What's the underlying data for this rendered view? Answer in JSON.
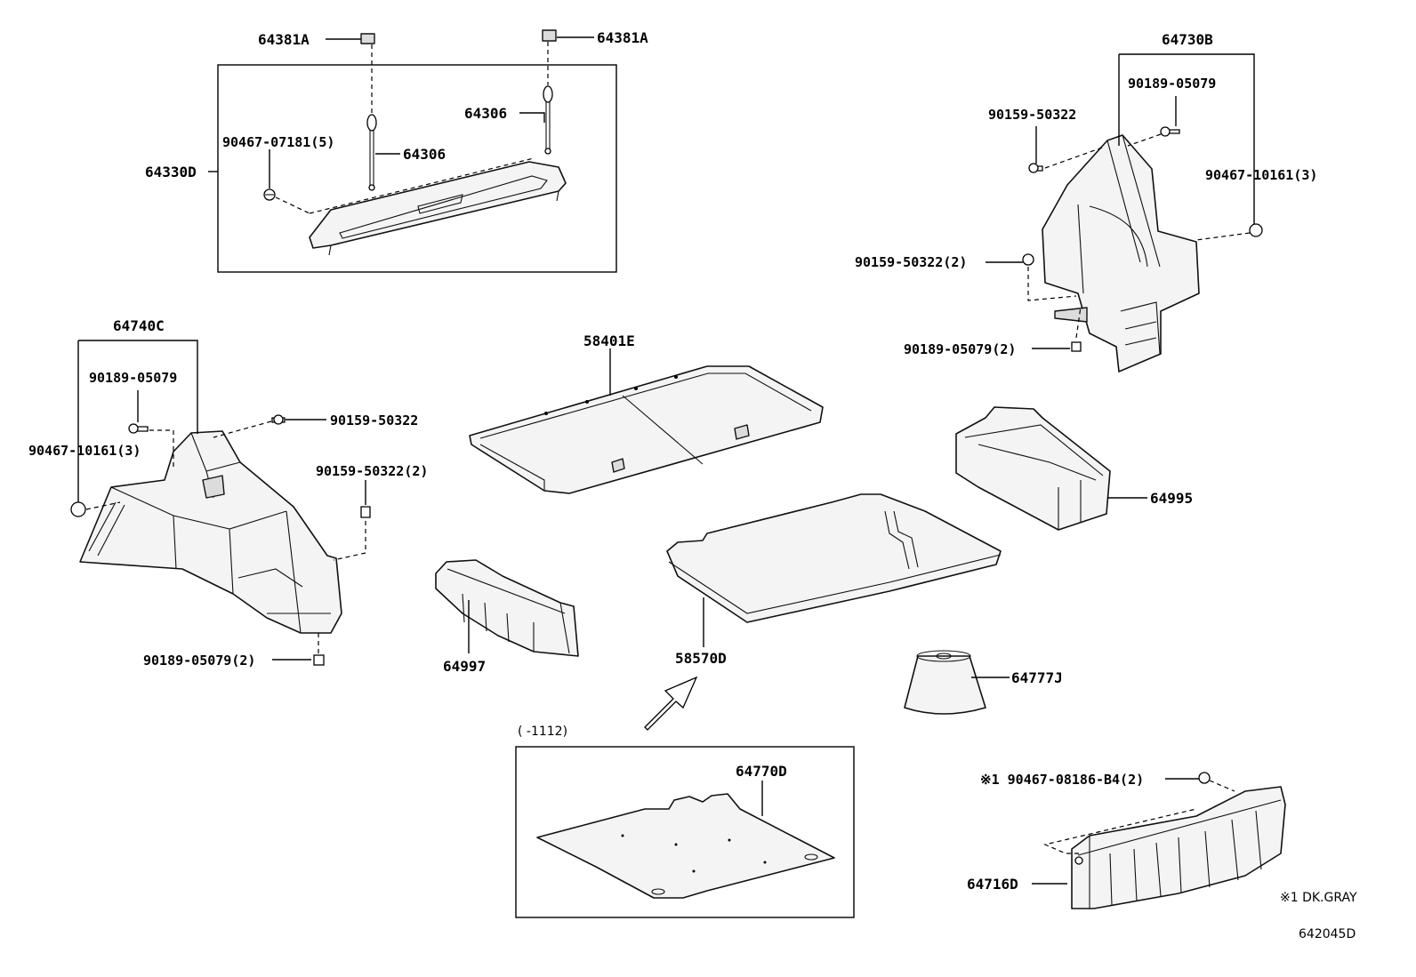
{
  "diagram_id": "642045D",
  "labels": {
    "p64381A_left": "64381A",
    "p64381A_right": "64381A",
    "p64306_left": "64306",
    "p64306_right": "64306",
    "p90467_07181": "90467-07181(5)",
    "p64330D": "64330D",
    "p64730B": "64730B",
    "p90189_05079_r1": "90189-05079",
    "p90159_50322_r1": "90159-50322",
    "p90467_10161_r": "90467-10161(3)",
    "p90159_50322_r2": "90159-50322(2)",
    "p90189_05079_r2": "90189-05079(2)",
    "p64740C": "64740C",
    "p90189_05079_l1": "90189-05079",
    "p90159_50322_l1": "90159-50322",
    "p90467_10161_l": "90467-10161(3)",
    "p90159_50322_l2": "90159-50322(2)",
    "p90189_05079_l2": "90189-05079(2)",
    "p58401E": "58401E",
    "p64995": "64995",
    "p64997": "64997",
    "p58570D": "58570D",
    "p64777J": "64777J",
    "p64770D": "64770D",
    "date_range": "(      -1112)",
    "p90467_08186": "※1 90467-08186-B4(2)",
    "p64716D": "64716D",
    "color_note": "※1 DK.GRAY"
  }
}
